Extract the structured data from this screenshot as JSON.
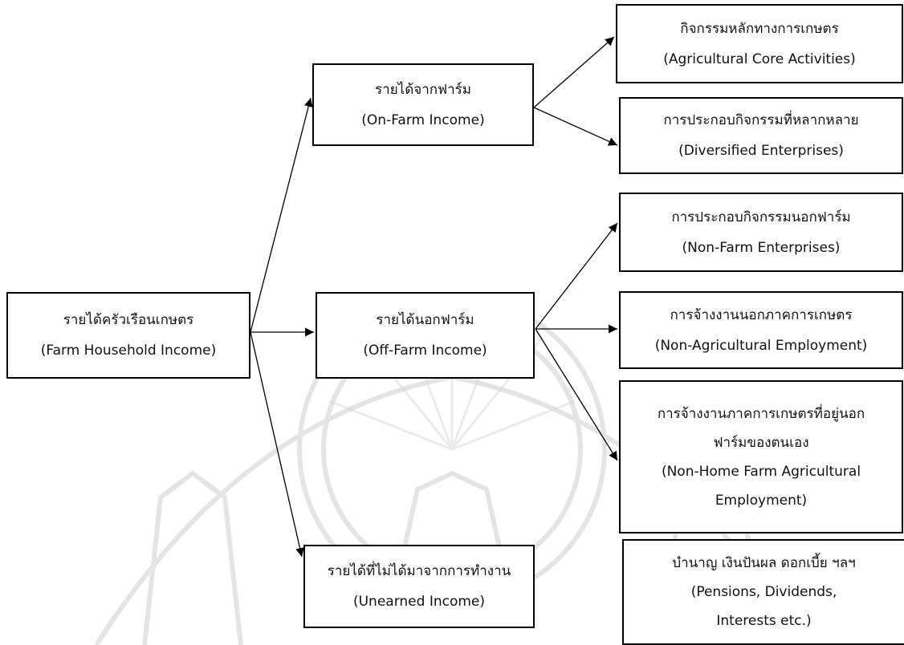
{
  "nodes": {
    "root": {
      "line1": "รายได้ครัวเรือนเกษตร",
      "line2": "(Farm Household Income)"
    },
    "on_farm": {
      "line1": "รายได้จากฟาร์ม",
      "line2": "(On-Farm Income)"
    },
    "off_farm": {
      "line1": "รายได้นอกฟาร์ม",
      "line2": "(Off-Farm Income)"
    },
    "unearned": {
      "line1": "รายได้ที่ไม่ได้มาจากการทำงาน",
      "line2": "(Unearned Income)"
    },
    "core": {
      "line1": "กิจกรรมหลักทางการเกษตร",
      "line2": "(Agricultural Core Activities)"
    },
    "diversified": {
      "line1": "การประกอบกิจกรรมที่หลากหลาย",
      "line2": "(Diversified Enterprises)"
    },
    "non_farm_ent": {
      "line1": "การประกอบกิจกรรมนอกฟาร์ม",
      "line2": "(Non-Farm Enterprises)"
    },
    "non_agri_emp": {
      "line1": "การจ้างงานนอกภาคการเกษตร",
      "line2": "(Non-Agricultural Employment)"
    },
    "non_home_farm": {
      "line1": "การจ้างงานภาคการเกษตรที่อยู่นอก",
      "line2": "ฟาร์มของตนเอง",
      "line3": "(Non-Home Farm Agricultural",
      "line4": "Employment)"
    },
    "pensions": {
      "line1": "บำนาญ เงินปันผล ดอกเบี้ย ฯลฯ",
      "line2": "(Pensions, Dividends,",
      "line3": "Interests etc.)"
    }
  },
  "colors": {
    "line": "#000000",
    "watermark": "#c9c9c9"
  }
}
